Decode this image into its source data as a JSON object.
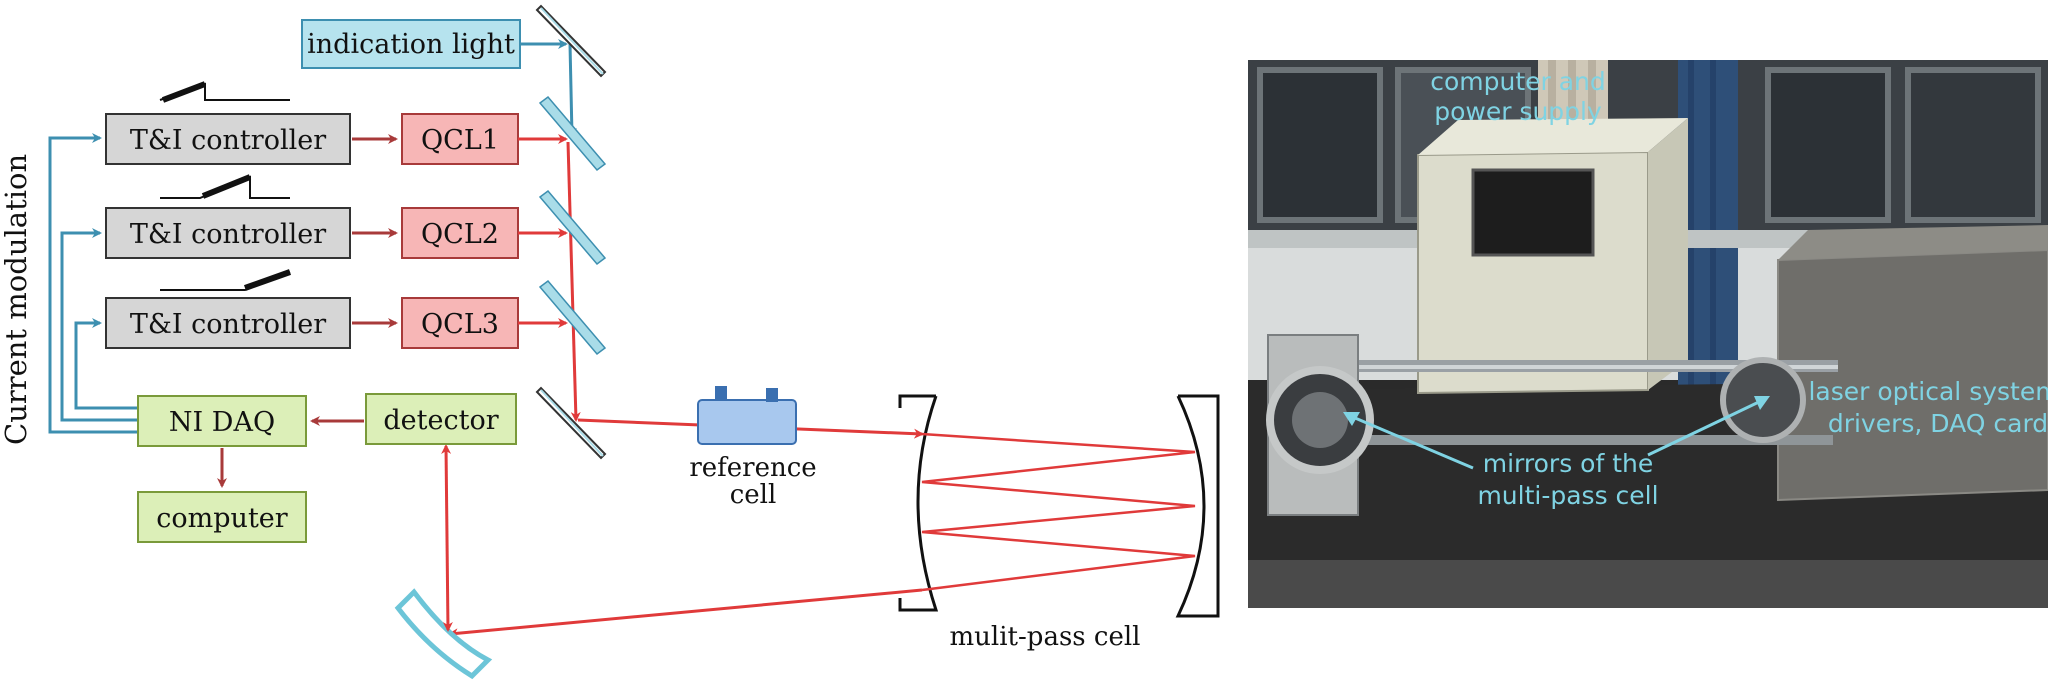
{
  "diagram": {
    "rotated_label": "Current modulation",
    "indication_light": "indication light",
    "controllers": [
      "T&I controller",
      "T&I controller",
      "T&I controller"
    ],
    "lasers": [
      "QCL1",
      "QCL2",
      "QCL3"
    ],
    "daq": "NI DAQ",
    "detector": "detector",
    "computer": "computer",
    "reference_cell": [
      "reference",
      "cell"
    ],
    "multipass_cell": "mulit-pass cell",
    "colors": {
      "control_line": "#3d8fb0",
      "laser_beam": "#e03a3a",
      "signal_line": "#a83a3a",
      "mirror": "#a9dce8",
      "controller_fill": "#d6d6d6",
      "laser_fill": "#f7b6b6",
      "green_fill": "#dcefb8",
      "light_fill": "#b6e3ee"
    }
  },
  "photo": {
    "label_top": [
      "computer and",
      "power supply"
    ],
    "label_right": [
      "laser optical system,",
      "drivers, DAQ card"
    ],
    "label_mirrors": [
      "mirrors of the",
      "multi-pass cell"
    ]
  }
}
